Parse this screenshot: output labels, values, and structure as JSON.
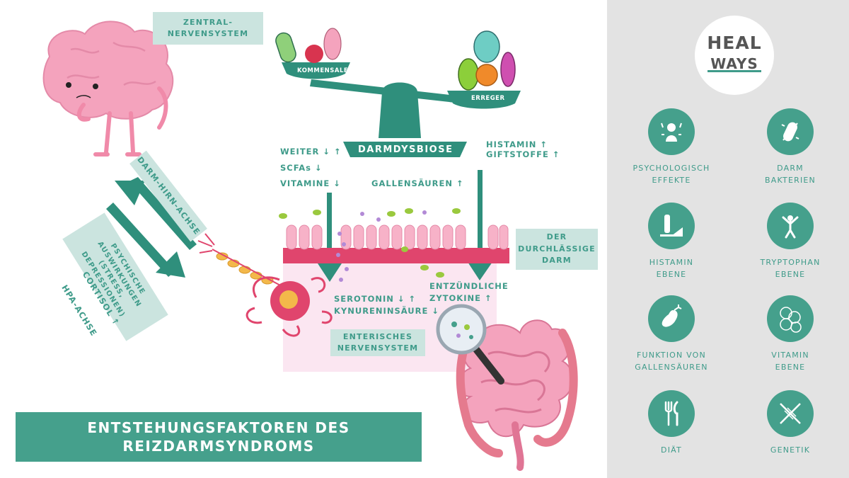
{
  "labels": {
    "zns": "ZENTRAL-\nNERVENSYSTEM",
    "kommensale": "KOMMENSALE",
    "erreger": "ERREGER",
    "darmdysbiose": "DARMDYSBIOSE",
    "weiter": "WEITER ↓ ↑",
    "scfas": "SCFAs ↓",
    "vitamine": "VITAMINE ↓",
    "gallensaeuren": "GALLENSÄUREN ↑",
    "histamin": "HISTAMIN ↑",
    "giftstoffe": "GIFTSTOFFE ↑",
    "darm_hirn_achse": "DARM-HIRN-ACHSE",
    "psychische": "PSYCHISCHE\nAUSWIRKUNGEN\n(STRESS,\nDEPRESSIONEN)",
    "hpa": "HPA-ACHSE",
    "cortisol": "CORTISOL ↑",
    "durchlaessige": "DER\nDURCHLÄSSIGE\nDARM",
    "serotonin": "SEROTONIN ↓ ↑",
    "kynurenin": "KYNURENINSÄURE ↓",
    "entzuendliche": "ENTZÜNDLICHE",
    "zytokine": "ZYTOKINE ↑",
    "enterisches": "ENTERISCHES\nNERVENSYSTEM"
  },
  "title": "ENTSTEHUNGSFAKTOREN DES\nREIZDARMSYNDROMS",
  "logo": {
    "line1": "HEAL",
    "line2": "WAYS"
  },
  "sidebar": {
    "items": [
      {
        "label": "PSYCHOLOGISCH\nEFFEKTE",
        "icon": "psychology-icon"
      },
      {
        "label": "DARM\nBAKTERIEN",
        "icon": "bacteria-icon"
      },
      {
        "label": "HISTAMIN\nEBENE",
        "icon": "wine-cheese-icon"
      },
      {
        "label": "TRYPTOPHAN\nEBENE",
        "icon": "happy-person-icon"
      },
      {
        "label": "FUNKTION VON\nGALLENSÄUREN",
        "icon": "gallbladder-icon"
      },
      {
        "label": "VITAMIN\nEBENE",
        "icon": "vitamins-icon"
      },
      {
        "label": "DIÄT",
        "icon": "cutlery-icon"
      },
      {
        "label": "GENETIK",
        "icon": "dna-icon"
      }
    ]
  },
  "colors": {
    "teal": "#45a08c",
    "teal_text": "#3f9b8a",
    "light_teal_box": "#cbe4df",
    "pink": "#f4a3bd",
    "sidebar_bg": "#e3e3e3"
  }
}
